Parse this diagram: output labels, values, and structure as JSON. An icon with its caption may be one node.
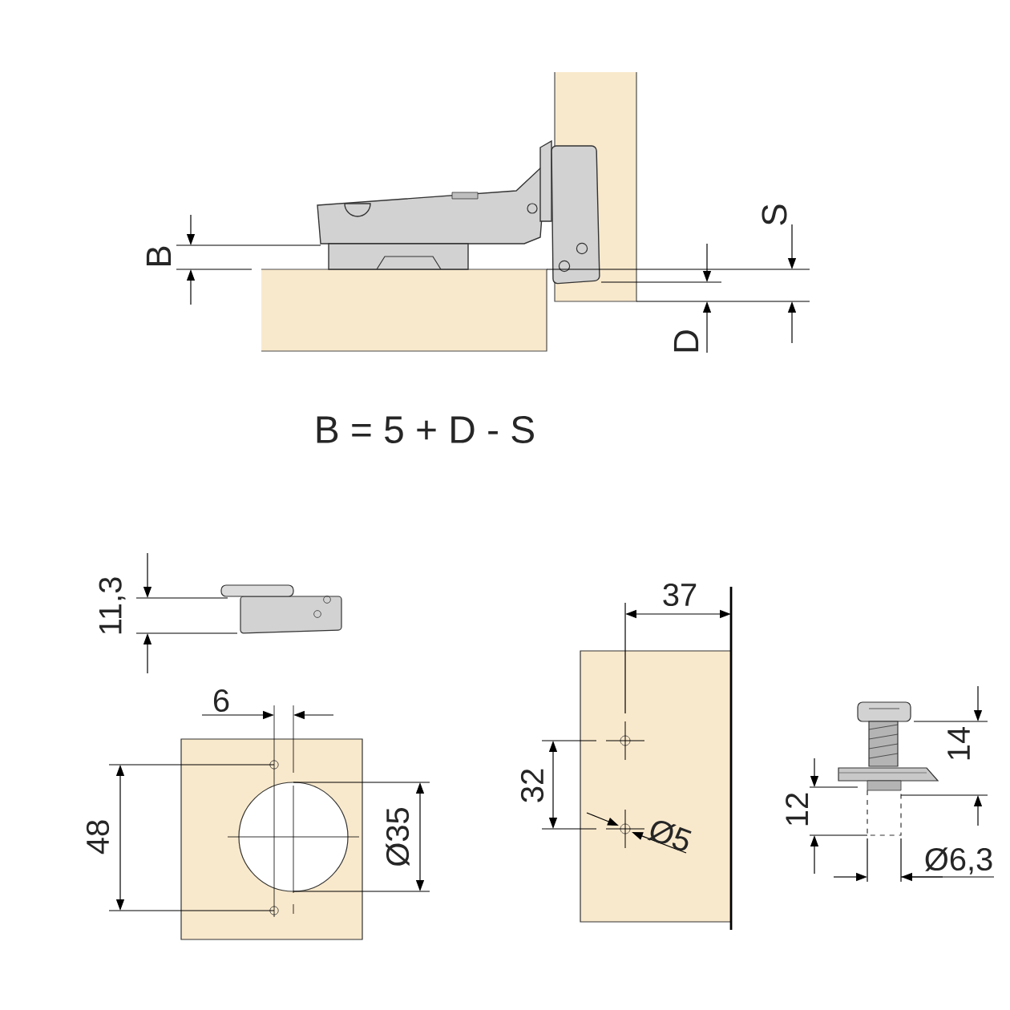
{
  "diagram": {
    "labels": [
      "B",
      "S",
      "D",
      "B = 5 + D - S",
      "11,3",
      "6",
      "37",
      "48",
      "Ø35",
      "32",
      "Ø5",
      "14",
      "12",
      "Ø6,3"
    ]
  }
}
